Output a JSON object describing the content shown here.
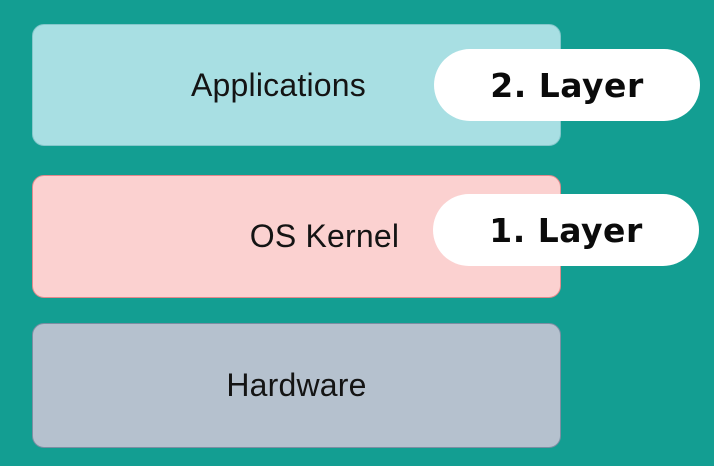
{
  "layers": [
    {
      "label": "Applications",
      "color": "#a8dfe3"
    },
    {
      "label": "OS Kernel",
      "color": "#fbd1d0"
    },
    {
      "label": "Hardware",
      "color": "#b5c1ce"
    }
  ],
  "badges": [
    {
      "label": "2. Layer"
    },
    {
      "label": "1. Layer"
    }
  ],
  "colors": {
    "background": "#139e92",
    "badge": "#ffffff"
  }
}
